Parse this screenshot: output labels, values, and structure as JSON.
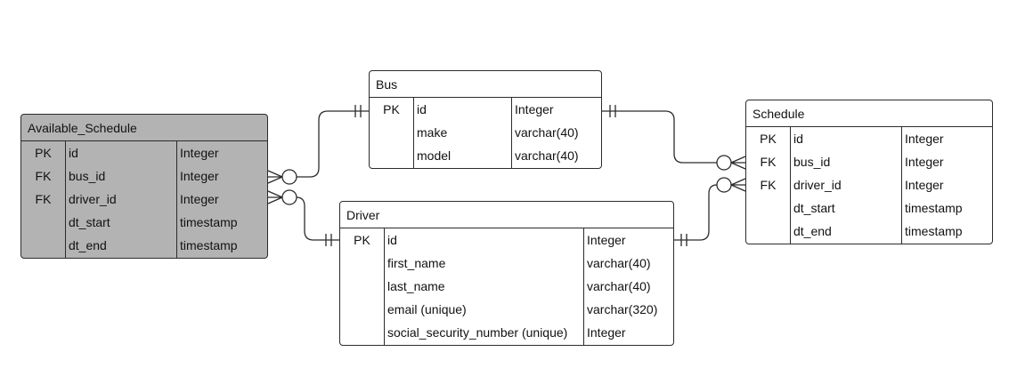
{
  "entities": [
    {
      "id": "available_schedule",
      "title": "Available_Schedule",
      "fill": "#b3b3b3",
      "rows": [
        {
          "key": "PK",
          "name": "id",
          "type": "Integer"
        },
        {
          "key": "FK",
          "name": "bus_id",
          "type": "Integer"
        },
        {
          "key": "FK",
          "name": "driver_id",
          "type": "Integer"
        },
        {
          "key": "",
          "name": "dt_start",
          "type": "timestamp"
        },
        {
          "key": "",
          "name": "dt_end",
          "type": "timestamp"
        }
      ]
    },
    {
      "id": "bus",
      "title": "Bus",
      "fill": "#ffffff",
      "rows": [
        {
          "key": "PK",
          "name": "id",
          "type": "Integer"
        },
        {
          "key": "",
          "name": "make",
          "type": "varchar(40)"
        },
        {
          "key": "",
          "name": "model",
          "type": "varchar(40)"
        }
      ]
    },
    {
      "id": "driver",
      "title": "Driver",
      "fill": "#ffffff",
      "rows": [
        {
          "key": "PK",
          "name": "id",
          "type": "Integer"
        },
        {
          "key": "",
          "name": "first_name",
          "type": "varchar(40)"
        },
        {
          "key": "",
          "name": "last_name",
          "type": "varchar(40)"
        },
        {
          "key": "",
          "name": "email (unique)",
          "type": "varchar(320)"
        },
        {
          "key": "",
          "name": "social_security_number (unique)",
          "type": "Integer"
        }
      ]
    },
    {
      "id": "schedule",
      "title": "Schedule",
      "fill": "#ffffff",
      "rows": [
        {
          "key": "PK",
          "name": "id",
          "type": "Integer"
        },
        {
          "key": "FK",
          "name": "bus_id",
          "type": "Integer"
        },
        {
          "key": "FK",
          "name": "driver_id",
          "type": "Integer"
        },
        {
          "key": "",
          "name": "dt_start",
          "type": "timestamp"
        },
        {
          "key": "",
          "name": "dt_end",
          "type": "timestamp"
        }
      ]
    }
  ],
  "relationships": [
    {
      "id": "available-schedule-bus",
      "from": "available_schedule",
      "to": "bus",
      "from_end": "zero-or-many",
      "to_end": "exactly-one"
    },
    {
      "id": "available-schedule-driver",
      "from": "available_schedule",
      "to": "driver",
      "from_end": "zero-or-many",
      "to_end": "exactly-one"
    },
    {
      "id": "schedule-bus",
      "from": "schedule",
      "to": "bus",
      "from_end": "zero-or-many",
      "to_end": "exactly-one"
    },
    {
      "id": "schedule-driver",
      "from": "schedule",
      "to": "driver",
      "from_end": "zero-or-many",
      "to_end": "exactly-one"
    }
  ],
  "colors": {
    "line": "#2b2b2b",
    "shaded_fill": "#b3b3b3"
  }
}
